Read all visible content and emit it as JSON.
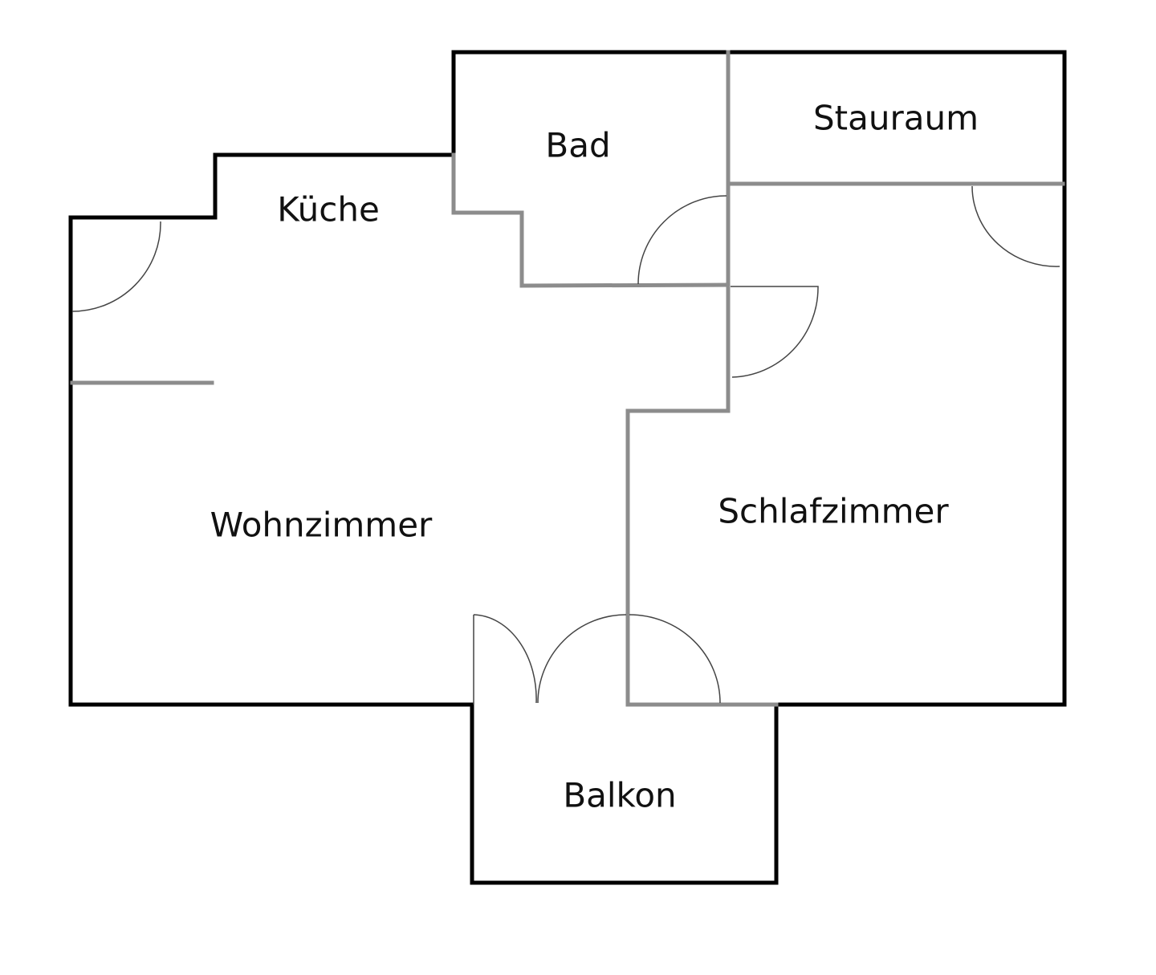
{
  "rooms": {
    "stauraum": "Stauraum",
    "bad": "Bad",
    "kueche": "Küche",
    "wohnzimmer": "Wohnzimmer",
    "schlafzimmer": "Schlafzimmer",
    "balkon": "Balkon"
  },
  "colors": {
    "outer_wall": "#000000",
    "inner_wall": "#8c8c8c",
    "door_swing": "#444444",
    "background": "#ffffff"
  }
}
